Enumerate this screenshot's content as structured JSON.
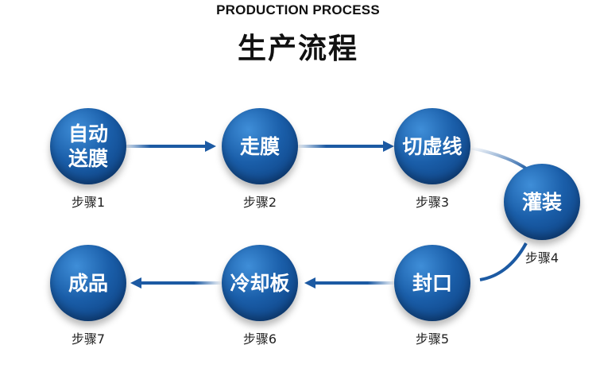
{
  "header": {
    "title_en": "PRODUCTION PROCESS",
    "title_cn": "生产流程"
  },
  "colors": {
    "node_blue": "#1a5ea9",
    "arrow_blue": "#1c5aa3"
  },
  "steps": [
    {
      "label": "自动\n送膜",
      "caption": "步骤1"
    },
    {
      "label": "走膜",
      "caption": "步骤2"
    },
    {
      "label": "切虚线",
      "caption": "步骤3"
    },
    {
      "label": "灌装",
      "caption": "步骤4"
    },
    {
      "label": "封口",
      "caption": "步骤5"
    },
    {
      "label": "冷却板",
      "caption": "步骤6"
    },
    {
      "label": "成品",
      "caption": "步骤7"
    }
  ]
}
